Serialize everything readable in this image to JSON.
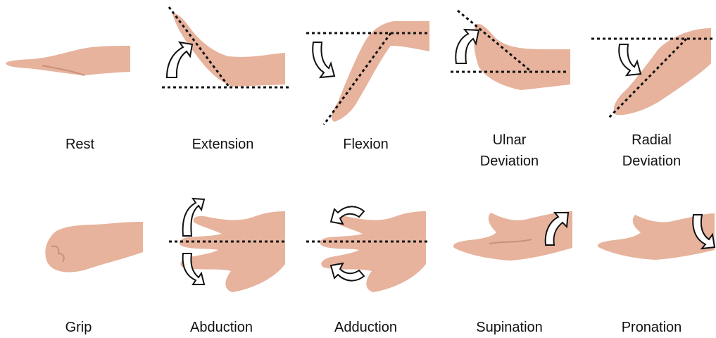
{
  "colors": {
    "skin": "#e7b39d",
    "skin_shadow": "#c98f79",
    "skin_light": "#f1c8b6",
    "line": "#111111"
  },
  "gestures": [
    {
      "label": "Rest"
    },
    {
      "label": "Extension"
    },
    {
      "label": "Flexion"
    },
    {
      "label": "Ulnar\nDeviation"
    },
    {
      "label": "Radial\nDeviation"
    },
    {
      "label": "Grip"
    },
    {
      "label": "Abduction"
    },
    {
      "label": "Adduction"
    },
    {
      "label": "Supination"
    },
    {
      "label": "Pronation"
    }
  ]
}
